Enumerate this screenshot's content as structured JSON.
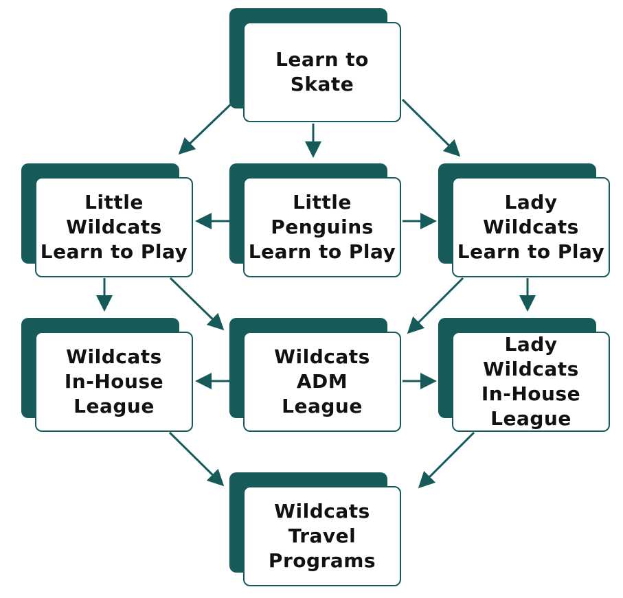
{
  "colors": {
    "accent": "#175a5a",
    "card_fill": "#ffffff",
    "text": "#111111"
  },
  "nodes": {
    "learn_to_skate": "Learn to Skate",
    "little_wildcats": "Little Wildcats\nLearn to Play",
    "little_penguins": "Little Penguins\nLearn to Play",
    "lady_wildcats": "Lady Wildcats\nLearn to Play",
    "wildcats_inhouse": "Wildcats\nIn-House\nLeague",
    "wildcats_adm": "Wildcats\nADM\nLeague",
    "lady_wildcats_inhouse": "Lady Wildcats\nIn-House\nLeague",
    "travel": "Wildcats\nTravel\nPrograms"
  }
}
